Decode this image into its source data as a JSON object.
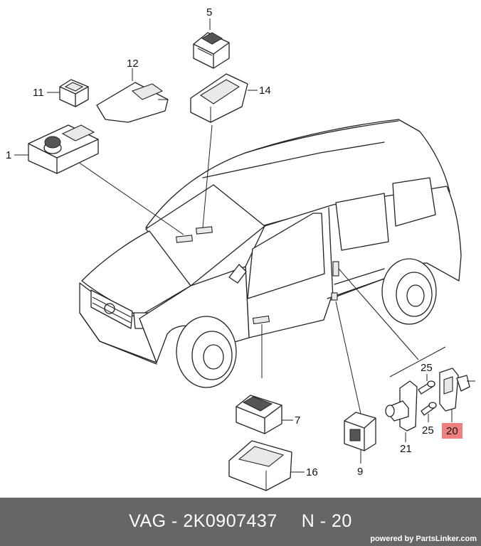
{
  "callouts": {
    "c1": "1",
    "c5": "5",
    "c7": "7",
    "c9": "9",
    "c11": "11",
    "c12": "12",
    "c14": "14",
    "c16": "16",
    "c20": "20",
    "c21": "21",
    "c25a": "25",
    "c25b": "25"
  },
  "highlight_color": "#f08080",
  "footer": {
    "part_ref": "VAG - 2K0907437",
    "position_ref": "N - 20",
    "powered_by": "powered by PartsLinker.com"
  }
}
